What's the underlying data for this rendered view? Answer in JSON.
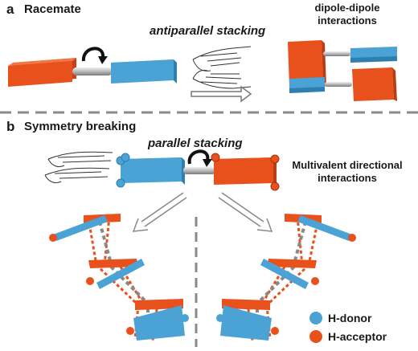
{
  "panel_a": {
    "letter": "a",
    "title": "Racemate",
    "mode": "antiparallel stacking",
    "interactions_line1": "dipole-dipole",
    "interactions_line2": "interactions"
  },
  "panel_b": {
    "letter": "b",
    "title": "Symmetry breaking",
    "mode": "parallel stacking",
    "interactions_line1": "Multivalent directional",
    "interactions_line2": "interactions"
  },
  "legend": {
    "donor_label": "H-donor",
    "acceptor_label": "H-acceptor"
  },
  "colors": {
    "donor": "#4aa3d4",
    "acceptor": "#e8501c",
    "divider": "#8a8a8a"
  }
}
